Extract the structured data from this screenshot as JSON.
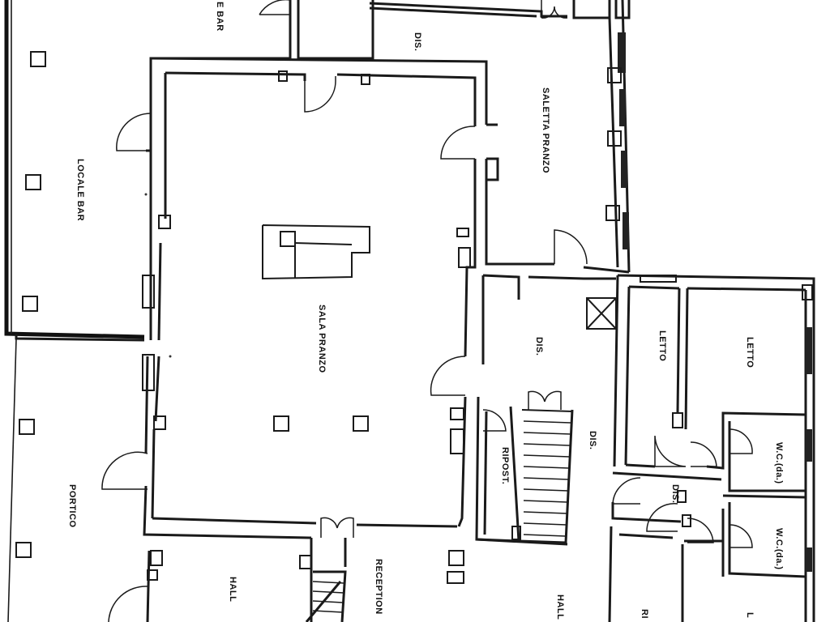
{
  "labels": {
    "e_bar": "E BAR",
    "dis_top": "DIS.",
    "saletta_pranzo": "SALETTA PRANZO",
    "locale_bar": "LOCALE BAR",
    "sala_pranzo": "SALA PRANZO",
    "dis_center": "DIS.",
    "dis_right": "DIS.",
    "letto_1": "LETTO",
    "letto_2": "LETTO",
    "wc_1": "W.C.(da.)",
    "wc_2": "W.C.(da.)",
    "dis_small": "DIS.",
    "ripost": "RIPOST.",
    "portico": "PORTICO",
    "hall_left": "HALL",
    "reception": "RECEPTION",
    "hall_right": "HALL",
    "cut_ri": "RI",
    "cut_l": "L"
  }
}
